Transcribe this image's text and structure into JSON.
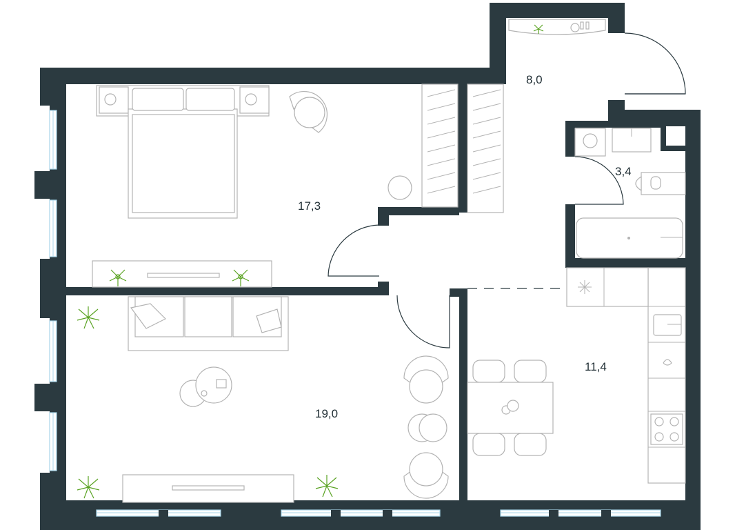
{
  "rooms": [
    {
      "id": "bedroom",
      "area": "17,3"
    },
    {
      "id": "living",
      "area": "19,0"
    },
    {
      "id": "kitchen",
      "area": "11,4"
    },
    {
      "id": "hall",
      "area": "8,0"
    },
    {
      "id": "bathroom",
      "area": "3,4"
    }
  ],
  "colors": {
    "wall": "#2b3a40",
    "window": "#a9d6ea",
    "furniture": "#b3b3b3",
    "plant": "#5aa323",
    "text": "#1f2d33"
  }
}
